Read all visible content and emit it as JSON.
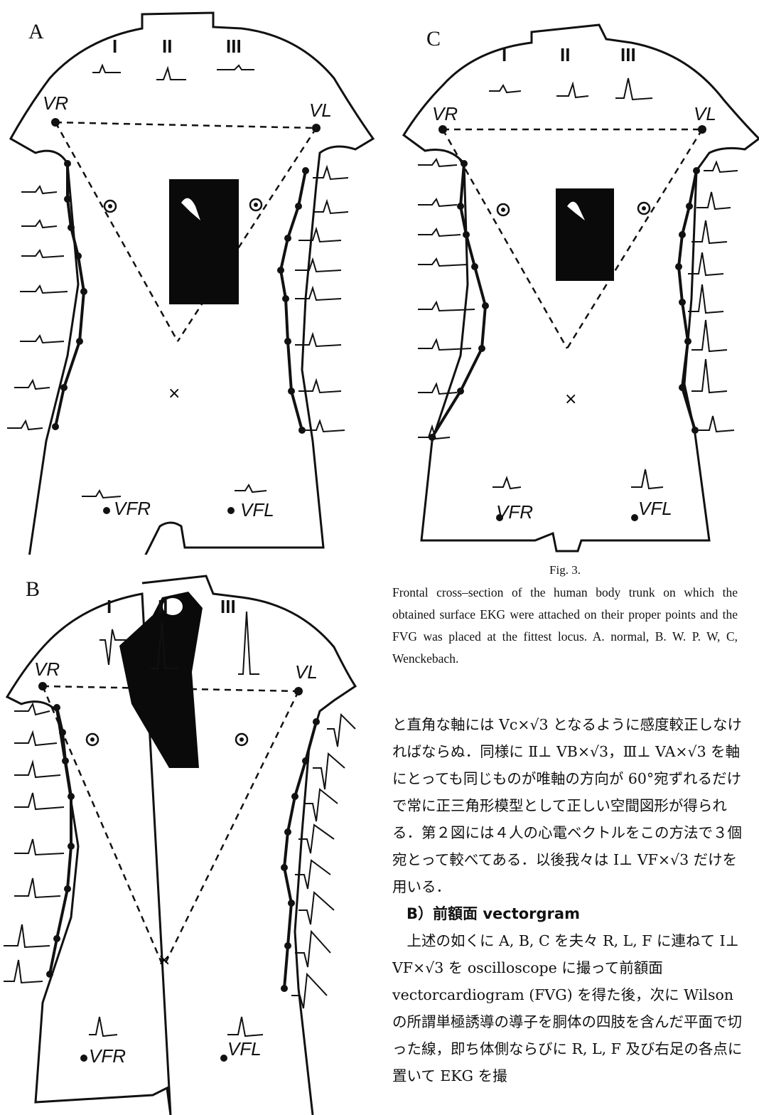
{
  "panels": [
    {
      "id": "A",
      "label": "A",
      "leads": [
        "I",
        "II",
        "III"
      ],
      "vr": "VR",
      "vl": "VL",
      "vfr": "VFR",
      "vfl": "VFL",
      "loop_shape": "rect"
    },
    {
      "id": "B",
      "label": "B",
      "leads": [
        "I",
        "II",
        "III"
      ],
      "vr": "VR",
      "vl": "VL",
      "vfr": "VFR",
      "vfl": "VFL",
      "loop_shape": "poly"
    },
    {
      "id": "C",
      "label": "C",
      "leads": [
        "I",
        "II",
        "III"
      ],
      "vr": "VR",
      "vl": "VL",
      "vfr": "VFR",
      "vfl": "VFL",
      "loop_shape": "rect"
    }
  ],
  "caption": {
    "title": "Fig. 3.",
    "body": "Frontal cross–section of the human body trunk on which the obtained surface EKG were attached on their proper points and the FVG was placed at the fittest locus. A. normal, B. W. P. W, C, Wenckebach."
  },
  "text": {
    "para1": "と直角な軸には Vc×√3 となるように感度較正しなければならぬ．同様に Ⅱ⊥ VB×√3，Ⅲ⊥ VA×√3 を軸にとっても同じものが唯軸の方向が 60°宛ずれるだけで常に正三角形模型として正しい空間図形が得られる．第２図には４人の心電ベクトルをこの方法で３個宛とって較べてある．以後我々は Ⅰ⊥ VF×√3 だけを用いる．",
    "section_head": "B）前額面 vectorgram",
    "para2": "　上述の如くに A, B, C を夫々 R, L, F に連ねて Ⅰ⊥ VF×√3 を oscilloscope に撮って前額面 vectorcardiogram (FVG) を得た後，次に Wilson の所謂単極誘導の導子を胴体の四肢を含んだ平面で切った線，即ち体側ならびに R, L, F 及び右足の各点に置いて EKG を撮"
  }
}
